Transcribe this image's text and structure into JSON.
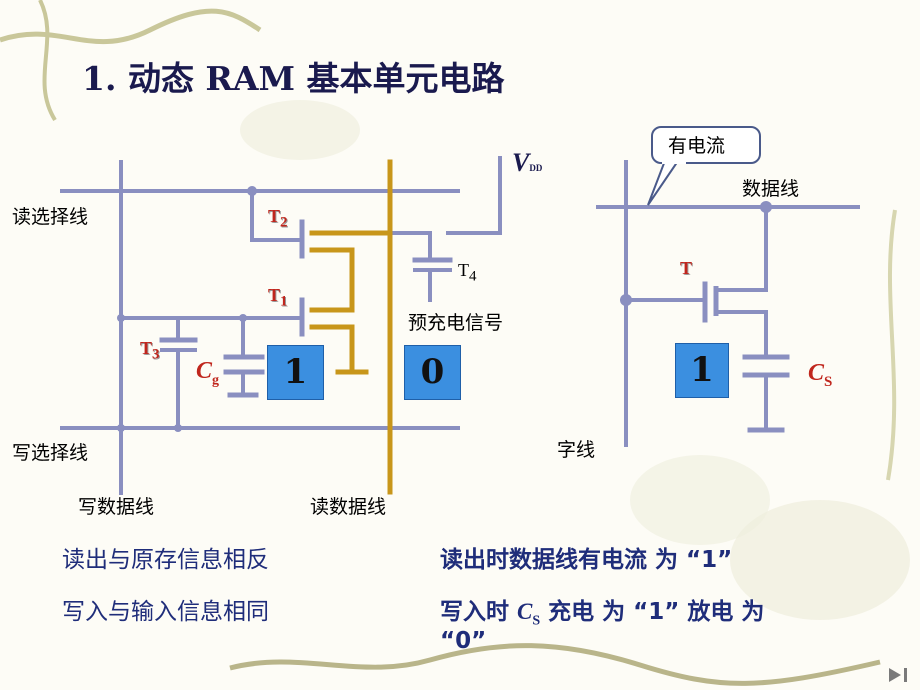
{
  "title": "1. 动态 RAM 基本单元电路",
  "left_circuit": {
    "read_select": "读选择线",
    "write_select": "写选择线",
    "write_data": "写数据线",
    "read_data": "读数据线",
    "precharge": "预充电信号",
    "vdd_v": "V",
    "vdd_sub": "DD",
    "t1": "T",
    "t1_sub": "1",
    "t2": "T",
    "t2_sub": "2",
    "t3": "T",
    "t3_sub": "3",
    "t4": "T",
    "t4_sub": "4",
    "cg": "C",
    "cg_sub": "g",
    "box1": "1",
    "box0": "0"
  },
  "right_circuit": {
    "callout": "有电流",
    "data_line": "数据线",
    "word_line": "字线",
    "t": "T",
    "box1": "1",
    "cs": "C",
    "cs_sub": "S"
  },
  "notes": {
    "left1": "读出与原存信息相反",
    "left2": "写入与输入信息相同",
    "right1": "读出时数据线有电流 为 “1”",
    "right2_a": "写入时",
    "right2_c": "C",
    "right2_sub": "S",
    "right2_b": "充电 为 “1” 放电 为",
    "right3": "“0”"
  },
  "colors": {
    "wire": "#8a8fc0",
    "read_data_line": "#c8961a",
    "box": "#3b8fe0",
    "title": "#1a1a4e",
    "text_blue": "#1f2d7a",
    "red": "#c0261d"
  }
}
